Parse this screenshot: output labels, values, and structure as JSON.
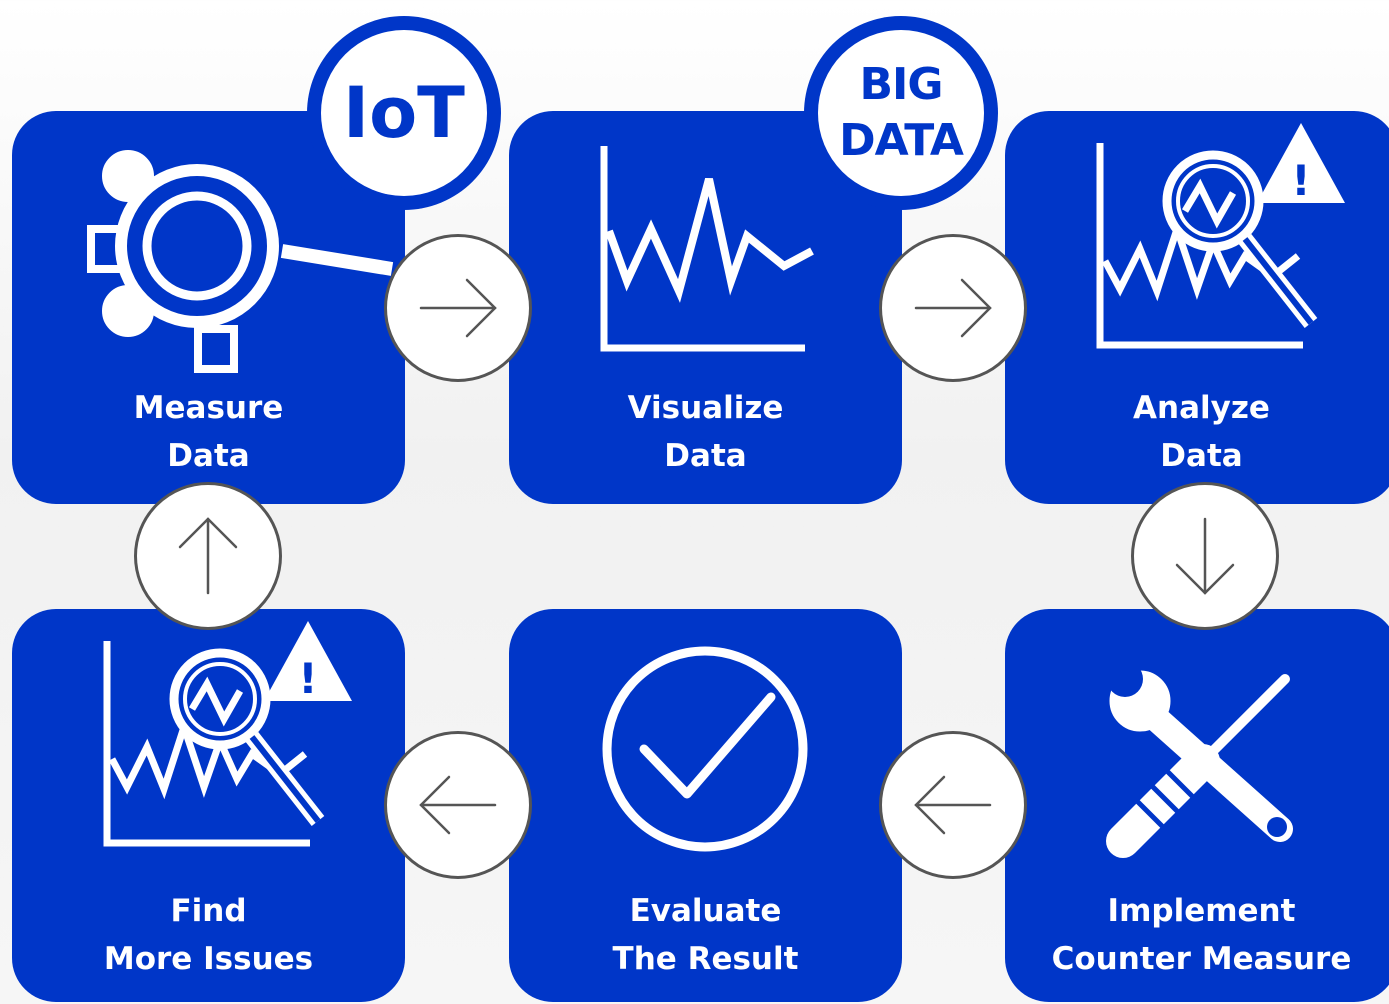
{
  "colors": {
    "card": "#0036c8",
    "arrow_border": "#555555",
    "icon": "#ffffff"
  },
  "steps": [
    {
      "line1": "Measure",
      "line2": "Data",
      "icon": "iot-sensor-icon"
    },
    {
      "line1": "Visualize",
      "line2": "Data",
      "icon": "line-chart-icon"
    },
    {
      "line1": "Analyze",
      "line2": "Data",
      "icon": "chart-magnifier-warning-icon"
    },
    {
      "line1": "Implement",
      "line2": "Counter Measure",
      "icon": "wrench-screwdriver-icon"
    },
    {
      "line1": "Evaluate",
      "line2": "The Result",
      "icon": "check-circle-icon"
    },
    {
      "line1": "Find",
      "line2": "More Issues",
      "icon": "chart-magnifier-warning-icon"
    }
  ],
  "badges": {
    "iot": "IoT",
    "big_data_line1": "BIG",
    "big_data_line2": "DATA"
  },
  "arrows": [
    "right-arrow-icon",
    "right-arrow-icon",
    "down-arrow-icon",
    "left-arrow-icon",
    "left-arrow-icon",
    "up-arrow-icon"
  ]
}
